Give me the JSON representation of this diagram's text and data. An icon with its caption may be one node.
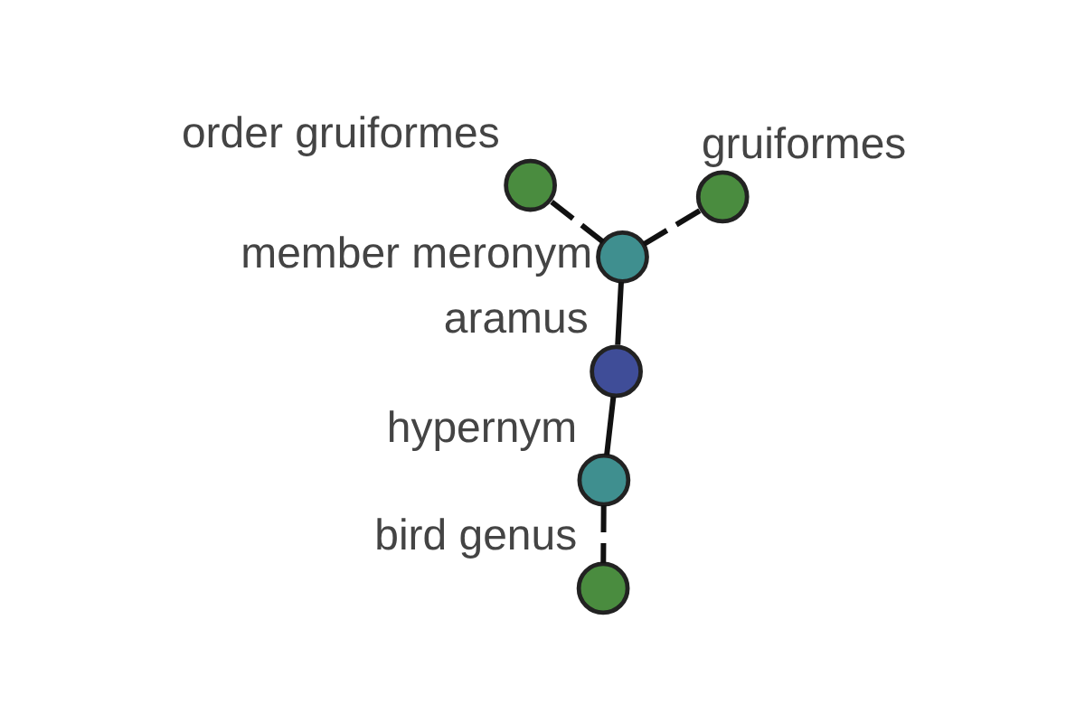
{
  "diagram": {
    "nodes": [
      {
        "text": [
          "hypernym"
        ]
      },
      {
        "text": [
          "aramus"
        ]
      },
      {
        "text": [
          "bird genus"
        ]
      },
      {
        "text": [
          "member meronym"
        ]
      },
      {
        "text": [
          "gruiformes"
        ]
      },
      {
        "text": [
          "order gruiformes"
        ]
      }
    ],
    "edges": [
      {
        "from": 1,
        "to": 0,
        "arrow": "none"
      },
      {
        "from": 1,
        "to": 3,
        "arrow": "none"
      },
      {
        "from": 0,
        "to": 2,
        "arrow": "none",
        "style": "dashed"
      },
      {
        "from": 3,
        "to": 4,
        "arrow": "none",
        "style": "dashed"
      },
      {
        "from": 3,
        "to": 5,
        "arrow": "none",
        "style": "dashed"
      }
    ]
  }
}
